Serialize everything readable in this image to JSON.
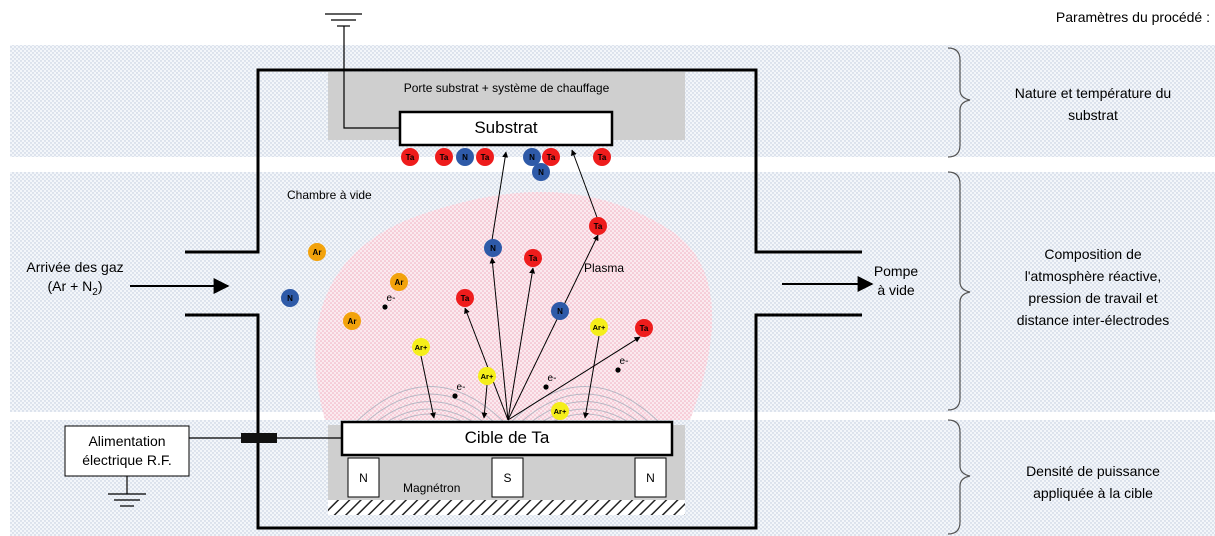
{
  "header": {
    "process_params_title": "Paramètres du procédé :"
  },
  "chamber": {
    "substrate_holder": "Porte substrat + système de chauffage",
    "substrate": "Substrat",
    "vacuum_chamber": "Chambre à vide",
    "plasma": "Plasma",
    "target": "Cible de Ta",
    "magnetron": "Magnétron",
    "magnet_left": "N",
    "magnet_center": "S",
    "magnet_right": "N"
  },
  "gas_inlet": {
    "line1": "Arrivée des gaz",
    "line2_prefix": "(Ar + N",
    "line2_sub": "2",
    "line2_suffix": ")"
  },
  "pump": {
    "line1": "Pompe",
    "line2": "à vide"
  },
  "power_supply": {
    "line1": "Alimentation",
    "line2": "électrique R.F."
  },
  "parameters": {
    "substrate": [
      "Nature et température du",
      "substrat"
    ],
    "atmosphere": [
      "Composition de",
      "l'atmosphère réactive,",
      "pression de travail et",
      "distance inter-électrodes"
    ],
    "power": [
      "Densité de puissance",
      "appliquée à la cible"
    ]
  },
  "particle_labels": {
    "ta": "Ta",
    "n": "N",
    "ar": "Ar",
    "ar_ion": "Ar+",
    "electron": "e-"
  },
  "colors": {
    "ta": "#ee1c1c",
    "n": "#2e5aa8",
    "ar": "#f2a20c",
    "ar_ion": "#f5ee1a",
    "band": "#dbe2ec",
    "plasma": "#f4c9d6",
    "holder": "#cfcfcf"
  }
}
